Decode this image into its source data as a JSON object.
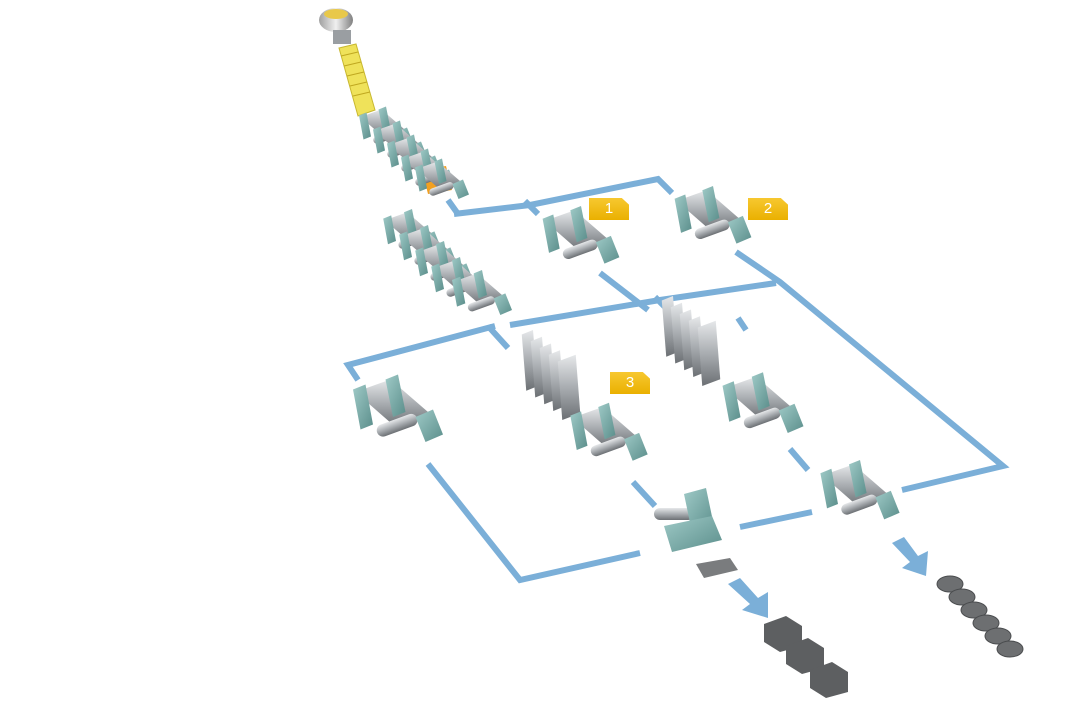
{
  "diagram": {
    "type": "process-flow",
    "colors": {
      "flow_line": "#7bafd8",
      "machine_teal": "#7fb3b0",
      "machine_dark": "#4e7f7d",
      "roll_steel": "#b8bcc0",
      "ladle_gold": "#e8c84a",
      "strand_yellow": "#efe25a",
      "slab_orange": "#f2a020",
      "label_bg": "#f1bb12",
      "product_gray": "#5d5f61"
    },
    "labels": [
      {
        "id": "1",
        "text": "1"
      },
      {
        "id": "2",
        "text": "2"
      },
      {
        "id": "3",
        "text": "3"
      }
    ],
    "components": [
      {
        "name": "ladle",
        "icon": "ladle-icon"
      },
      {
        "name": "continuous-caster-strand",
        "icon": "strand-icon"
      },
      {
        "name": "roughing-mill-train",
        "icon": "mill-stand-icon"
      },
      {
        "name": "intermediate-stand-1",
        "icon": "mill-stand-icon"
      },
      {
        "name": "intermediate-stand-2",
        "icon": "mill-stand-icon"
      },
      {
        "name": "finishing-stand-left",
        "icon": "mill-stand-icon"
      },
      {
        "name": "vertical-stands-center",
        "icon": "vertical-stand-icon"
      },
      {
        "name": "vertical-stands-right",
        "icon": "vertical-stand-icon"
      },
      {
        "name": "plate-shear",
        "icon": "shear-icon"
      },
      {
        "name": "coil-stand",
        "icon": "mill-stand-icon"
      }
    ],
    "products": [
      {
        "name": "plate-blocks",
        "icon": "block-icon",
        "count": 3
      },
      {
        "name": "coils",
        "icon": "coil-icon",
        "count": 6
      }
    ]
  }
}
